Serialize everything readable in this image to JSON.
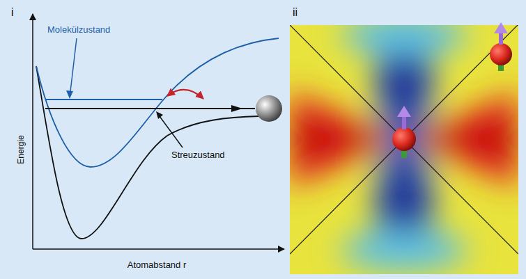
{
  "diagram": {
    "labels": [
      "i",
      "ii",
      "Molekülzustand",
      "Streuzustand",
      "Energie",
      "Atomabstand r"
    ]
  }
}
